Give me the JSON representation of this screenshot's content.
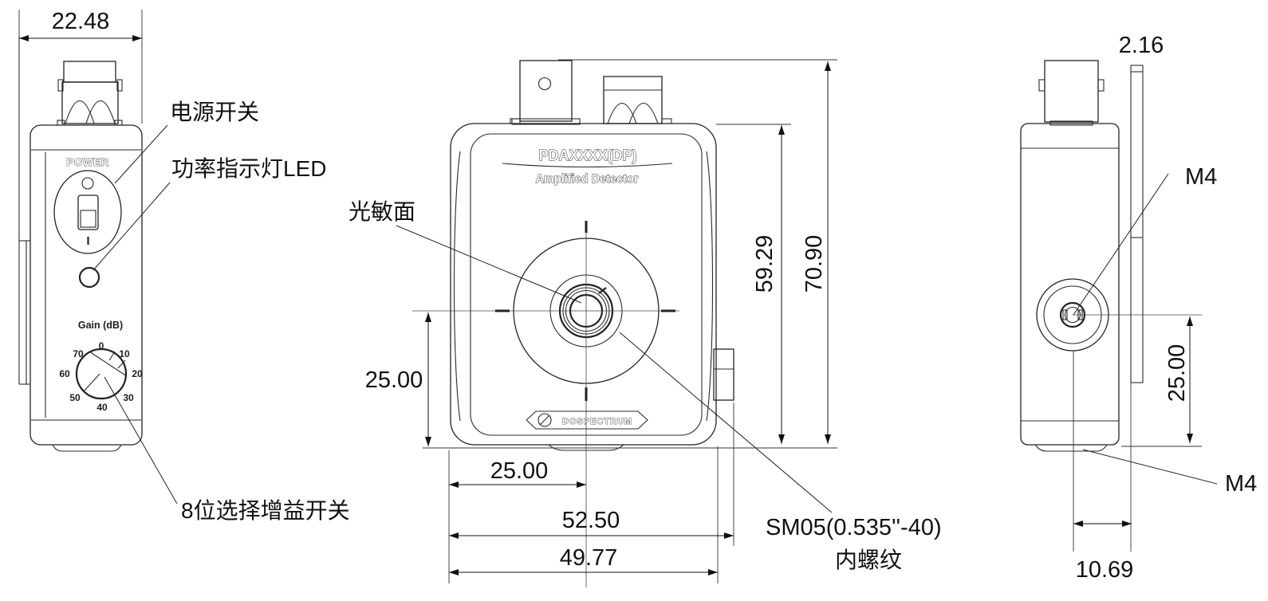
{
  "drawing_title": "Amplified detector dimension drawing (three views)",
  "colors": {
    "line": "#222222",
    "dim_text": "#111111",
    "background": "#ffffff"
  },
  "left_view": {
    "width_dim": "22.48",
    "power_label": "POWER",
    "gain_label": "Gain (dB)",
    "dial": [
      "0",
      "10",
      "20",
      "30",
      "40",
      "50",
      "60",
      "70"
    ],
    "callout_power_switch": "电源开关",
    "callout_power_led": "功率指示灯LED",
    "callout_gain_switch": "8位选择增益开关"
  },
  "front_view": {
    "model": "PDAXXXX(DP)",
    "subtitle": "Amplified Detector",
    "brand": "DOSPECTRUM",
    "callout_photosensitive": "光敏面",
    "callout_thread_line1": "SM05(0.535''-40)",
    "callout_thread_line2": "内螺纹",
    "dim_height_body": "59.29",
    "dim_height_total": "70.90",
    "dim_center_vertical": "25.00",
    "dim_center_horizontal": "25.00",
    "dim_width_total": "52.50",
    "dim_width_body": "49.77"
  },
  "right_view": {
    "dim_plate_thickness": "2.16",
    "callout_m4_side": "M4",
    "callout_m4_bottom": "M4",
    "dim_hole_height": "25.00",
    "dim_hole_offset": "10.69"
  }
}
